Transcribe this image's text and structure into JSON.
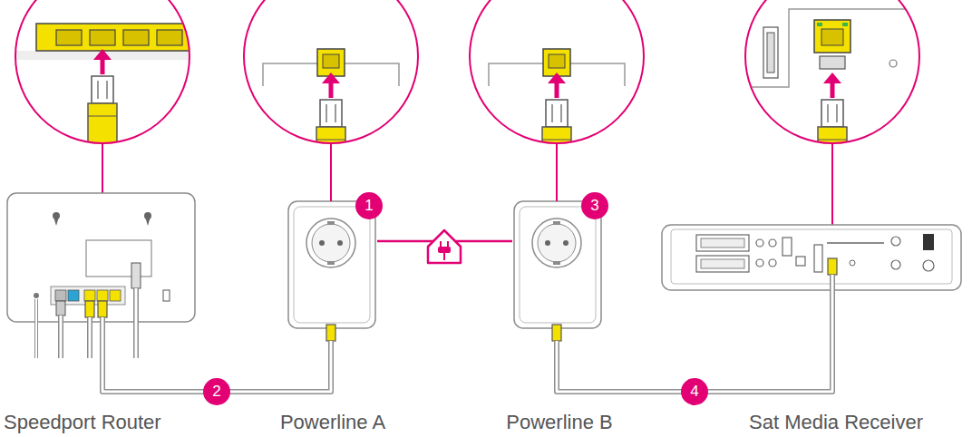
{
  "diagram": {
    "nodes": [
      {
        "text": [
          "Speedport Router"
        ]
      },
      {
        "text": [
          "Powerline A"
        ]
      },
      {
        "text": [
          "Powerline B"
        ]
      },
      {
        "text": [
          "Sat Media Receiver"
        ]
      }
    ],
    "edges": [
      {
        "from": 0,
        "to": 1,
        "arrow": "none",
        "label": "2"
      },
      {
        "from": 1,
        "to": 2,
        "arrow": "none"
      },
      {
        "from": 2,
        "to": 3,
        "arrow": "none",
        "label": "4"
      }
    ],
    "labels": [
      "1",
      "3"
    ]
  }
}
